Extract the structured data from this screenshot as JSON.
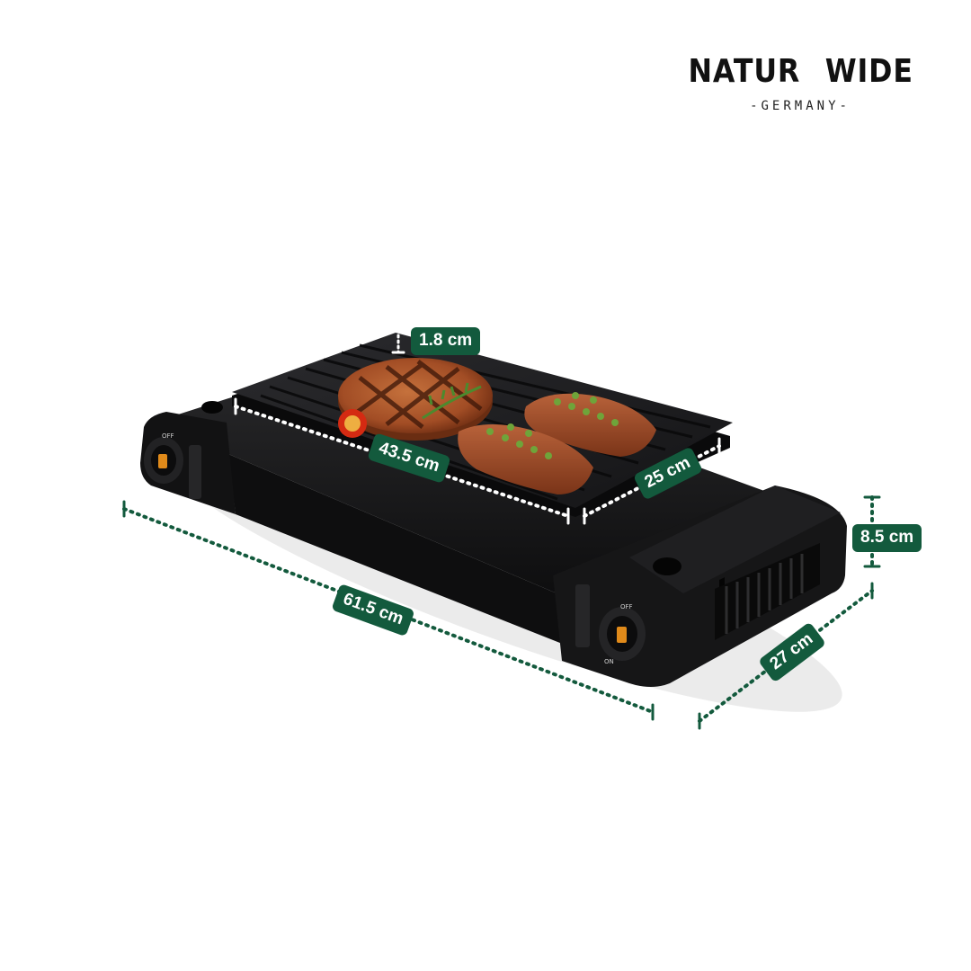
{
  "brand": {
    "name_left": "NATUR",
    "name_right": "WIDE",
    "tagline": "-GERMANY-"
  },
  "colors": {
    "accent": "#135a3d",
    "grill_body": "#141414",
    "plate": "#1c1c1e"
  },
  "dimensions": {
    "plate_thickness": "1.8 cm",
    "plate_length": "43.5 cm",
    "plate_width": "25 cm",
    "stove_length": "61.5 cm",
    "stove_width": "27 cm",
    "stove_height": "8.5 cm"
  },
  "product": {
    "knob_left_label": "OFF",
    "knob_right_label": "OFF",
    "knob_right_on": "ON"
  }
}
